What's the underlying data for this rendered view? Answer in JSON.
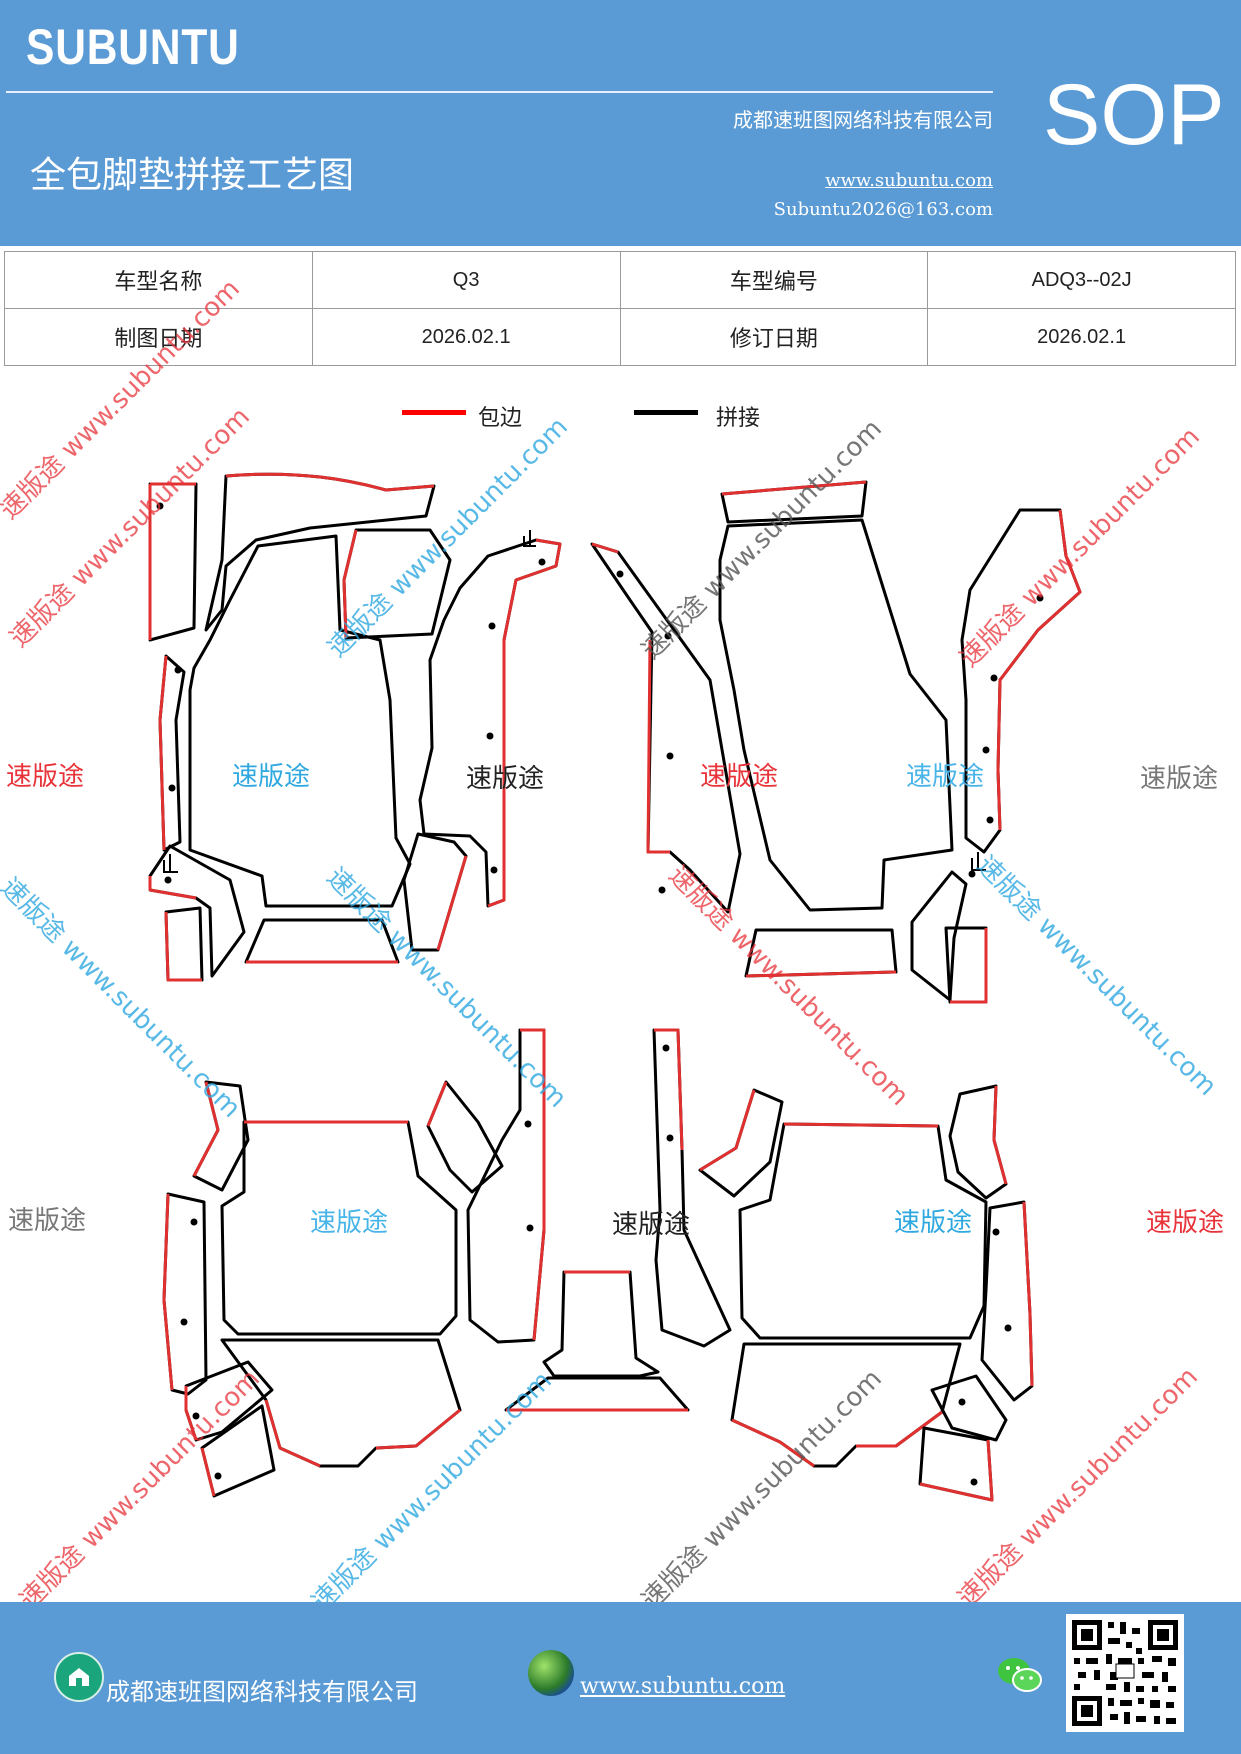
{
  "header": {
    "brand": "SUBUNTU",
    "company": "成都速班图网络科技有限公司",
    "title": "全包脚垫拼接工艺图",
    "website": "www.subuntu.com",
    "email": "Subuntu2026@163.com",
    "badge": "SOP"
  },
  "info": {
    "model_name_label": "车型名称",
    "model_name_value": "Q3",
    "model_code_label": "车型编号",
    "model_code_value": "ADQ3--02J",
    "draw_date_label": "制图日期",
    "draw_date_value": "2026.02.1",
    "revise_date_label": "修订日期",
    "revise_date_value": "2026.02.1"
  },
  "legend": {
    "edge_label": "包边",
    "edge_color": "#ff0000",
    "splice_label": "拼接",
    "splice_color": "#000000"
  },
  "watermark": {
    "label": "速版途",
    "diagonal": "速版途 www.subuntu.com"
  },
  "footer": {
    "company": "成都速班图网络科技有限公司",
    "website": "www.subuntu.com",
    "home_icon": "home-icon",
    "globe_icon": "globe-icon",
    "wechat_icon": "wechat-icon",
    "qr_code": "qr-code"
  }
}
